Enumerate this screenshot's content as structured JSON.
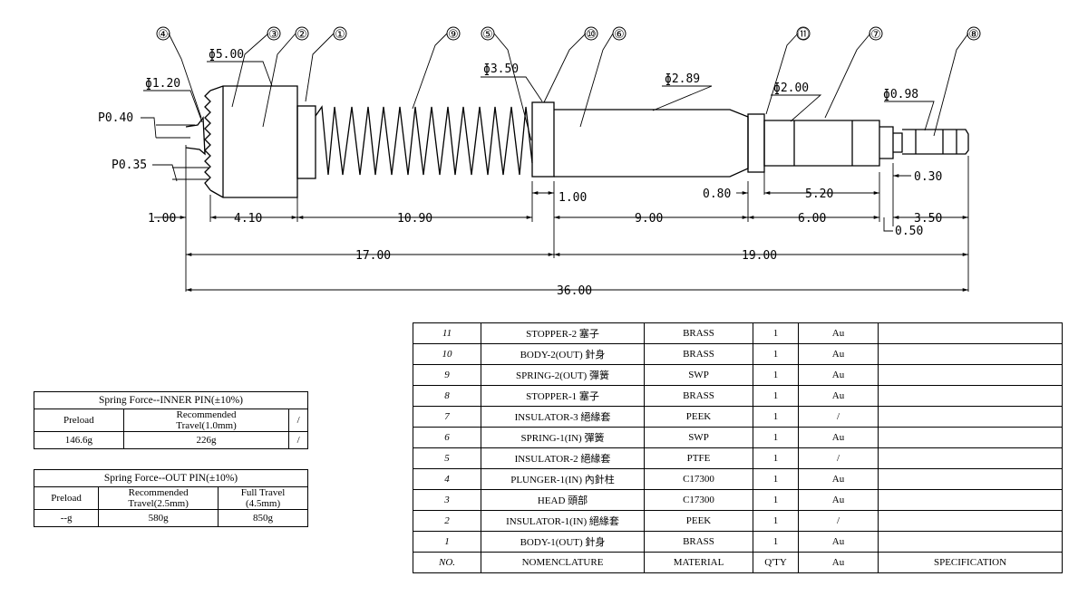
{
  "drawing": {
    "balloons": [
      "④",
      "③",
      "②",
      "①",
      "⑨",
      "⑤",
      "⑩",
      "⑥",
      "⑪",
      "⑦",
      "⑧"
    ],
    "diameters": [
      "ɸ5.00",
      "ɸ1.20",
      "ɸ3.50",
      "ɸ2.89",
      "ɸ2.00",
      "ɸ0.98"
    ],
    "pitches": [
      "P0.40",
      "P0.35"
    ],
    "dims_row1": [
      "1.00",
      "4.10",
      "10.90",
      "9.00",
      "6.00",
      "3.50"
    ],
    "dims_misc": [
      "1.00",
      "0.80",
      "5.20",
      "0.30",
      "0.50"
    ],
    "dims_row2": [
      "17.00",
      "19.00"
    ],
    "dims_row3": [
      "36.00"
    ]
  },
  "parts_table": {
    "rows": [
      {
        "no": "11",
        "name": "STOPPER-2 塞子",
        "material": "BRASS",
        "qty": "1",
        "plating": "Au",
        "spec": ""
      },
      {
        "no": "10",
        "name": "BODY-2(OUT) 針身",
        "material": "BRASS",
        "qty": "1",
        "plating": "Au",
        "spec": ""
      },
      {
        "no": "9",
        "name": "SPRING-2(OUT) 彈簧",
        "material": "SWP",
        "qty": "1",
        "plating": "Au",
        "spec": ""
      },
      {
        "no": "8",
        "name": "STOPPER-1 塞子",
        "material": "BRASS",
        "qty": "1",
        "plating": "Au",
        "spec": ""
      },
      {
        "no": "7",
        "name": "INSULATOR-3 絕緣套",
        "material": "PEEK",
        "qty": "1",
        "plating": "/",
        "spec": ""
      },
      {
        "no": "6",
        "name": "SPRING-1(IN) 彈簧",
        "material": "SWP",
        "qty": "1",
        "plating": "Au",
        "spec": ""
      },
      {
        "no": "5",
        "name": "INSULATOR-2 絕緣套",
        "material": "PTFE",
        "qty": "1",
        "plating": "/",
        "spec": ""
      },
      {
        "no": "4",
        "name": "PLUNGER-1(IN) 內針柱",
        "material": "C17300",
        "qty": "1",
        "plating": "Au",
        "spec": ""
      },
      {
        "no": "3",
        "name": "HEAD 頭部",
        "material": "C17300",
        "qty": "1",
        "plating": "Au",
        "spec": ""
      },
      {
        "no": "2",
        "name": "INSULATOR-1(IN) 絕緣套",
        "material": "PEEK",
        "qty": "1",
        "plating": "/",
        "spec": ""
      },
      {
        "no": "1",
        "name": "BODY-1(OUT) 針身",
        "material": "BRASS",
        "qty": "1",
        "plating": "Au",
        "spec": ""
      }
    ],
    "header": {
      "no": "NO.",
      "name": "NOMENCLATURE",
      "material": "MATERIAL",
      "qty": "Q'TY",
      "plating": "Au",
      "spec": "SPECIFICATION"
    }
  },
  "inner_force": {
    "caption": "Spring Force--INNER PIN(±10%)",
    "h1": "Preload",
    "h2": "Recommended",
    "h2b": "Travel(1.0mm)",
    "h3": "/",
    "v1": "146.6g",
    "v2": "226g",
    "v3": "/"
  },
  "outer_force": {
    "caption": "Spring Force--OUT PIN(±10%)",
    "h1": "Preload",
    "h2": "Recommended",
    "h2b": "Travel(2.5mm)",
    "h3": "Full Travel",
    "h3b": "(4.5mm)",
    "v1": "--g",
    "v2": "580g",
    "v3": "850g"
  }
}
